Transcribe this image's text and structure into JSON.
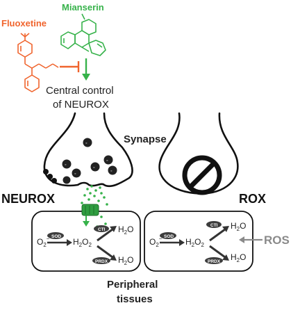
{
  "drugs": {
    "fluoxetine": "Fluoxetine",
    "mianserin": "Mianserin"
  },
  "central": {
    "line1": "Central control",
    "line2": "of NEUROX"
  },
  "synapse_label": "Synapse",
  "states": {
    "left": "NEUROX",
    "right": "ROX"
  },
  "molecules": {
    "superoxide": "O",
    "superoxide_sub": "2",
    "superoxide_sup": "−",
    "peroxide_main": "H",
    "peroxide_sub1": "2",
    "peroxide_o": "O",
    "peroxide_sub2": "2",
    "water_h": "H",
    "water_sub": "2",
    "water_o": "O"
  },
  "enzymes": {
    "sod": "SOD",
    "cti": "CTl",
    "prdx": "PRDX"
  },
  "ros_label": "ROS",
  "tissue": {
    "line1": "Peripheral",
    "line2": "tissues"
  },
  "colors": {
    "fluoxetine": "#f0642d",
    "mianserin": "#36b24a",
    "text": "#222222",
    "ros": "#8a8a8a",
    "enzyme_fill": "#3d3d3d"
  }
}
